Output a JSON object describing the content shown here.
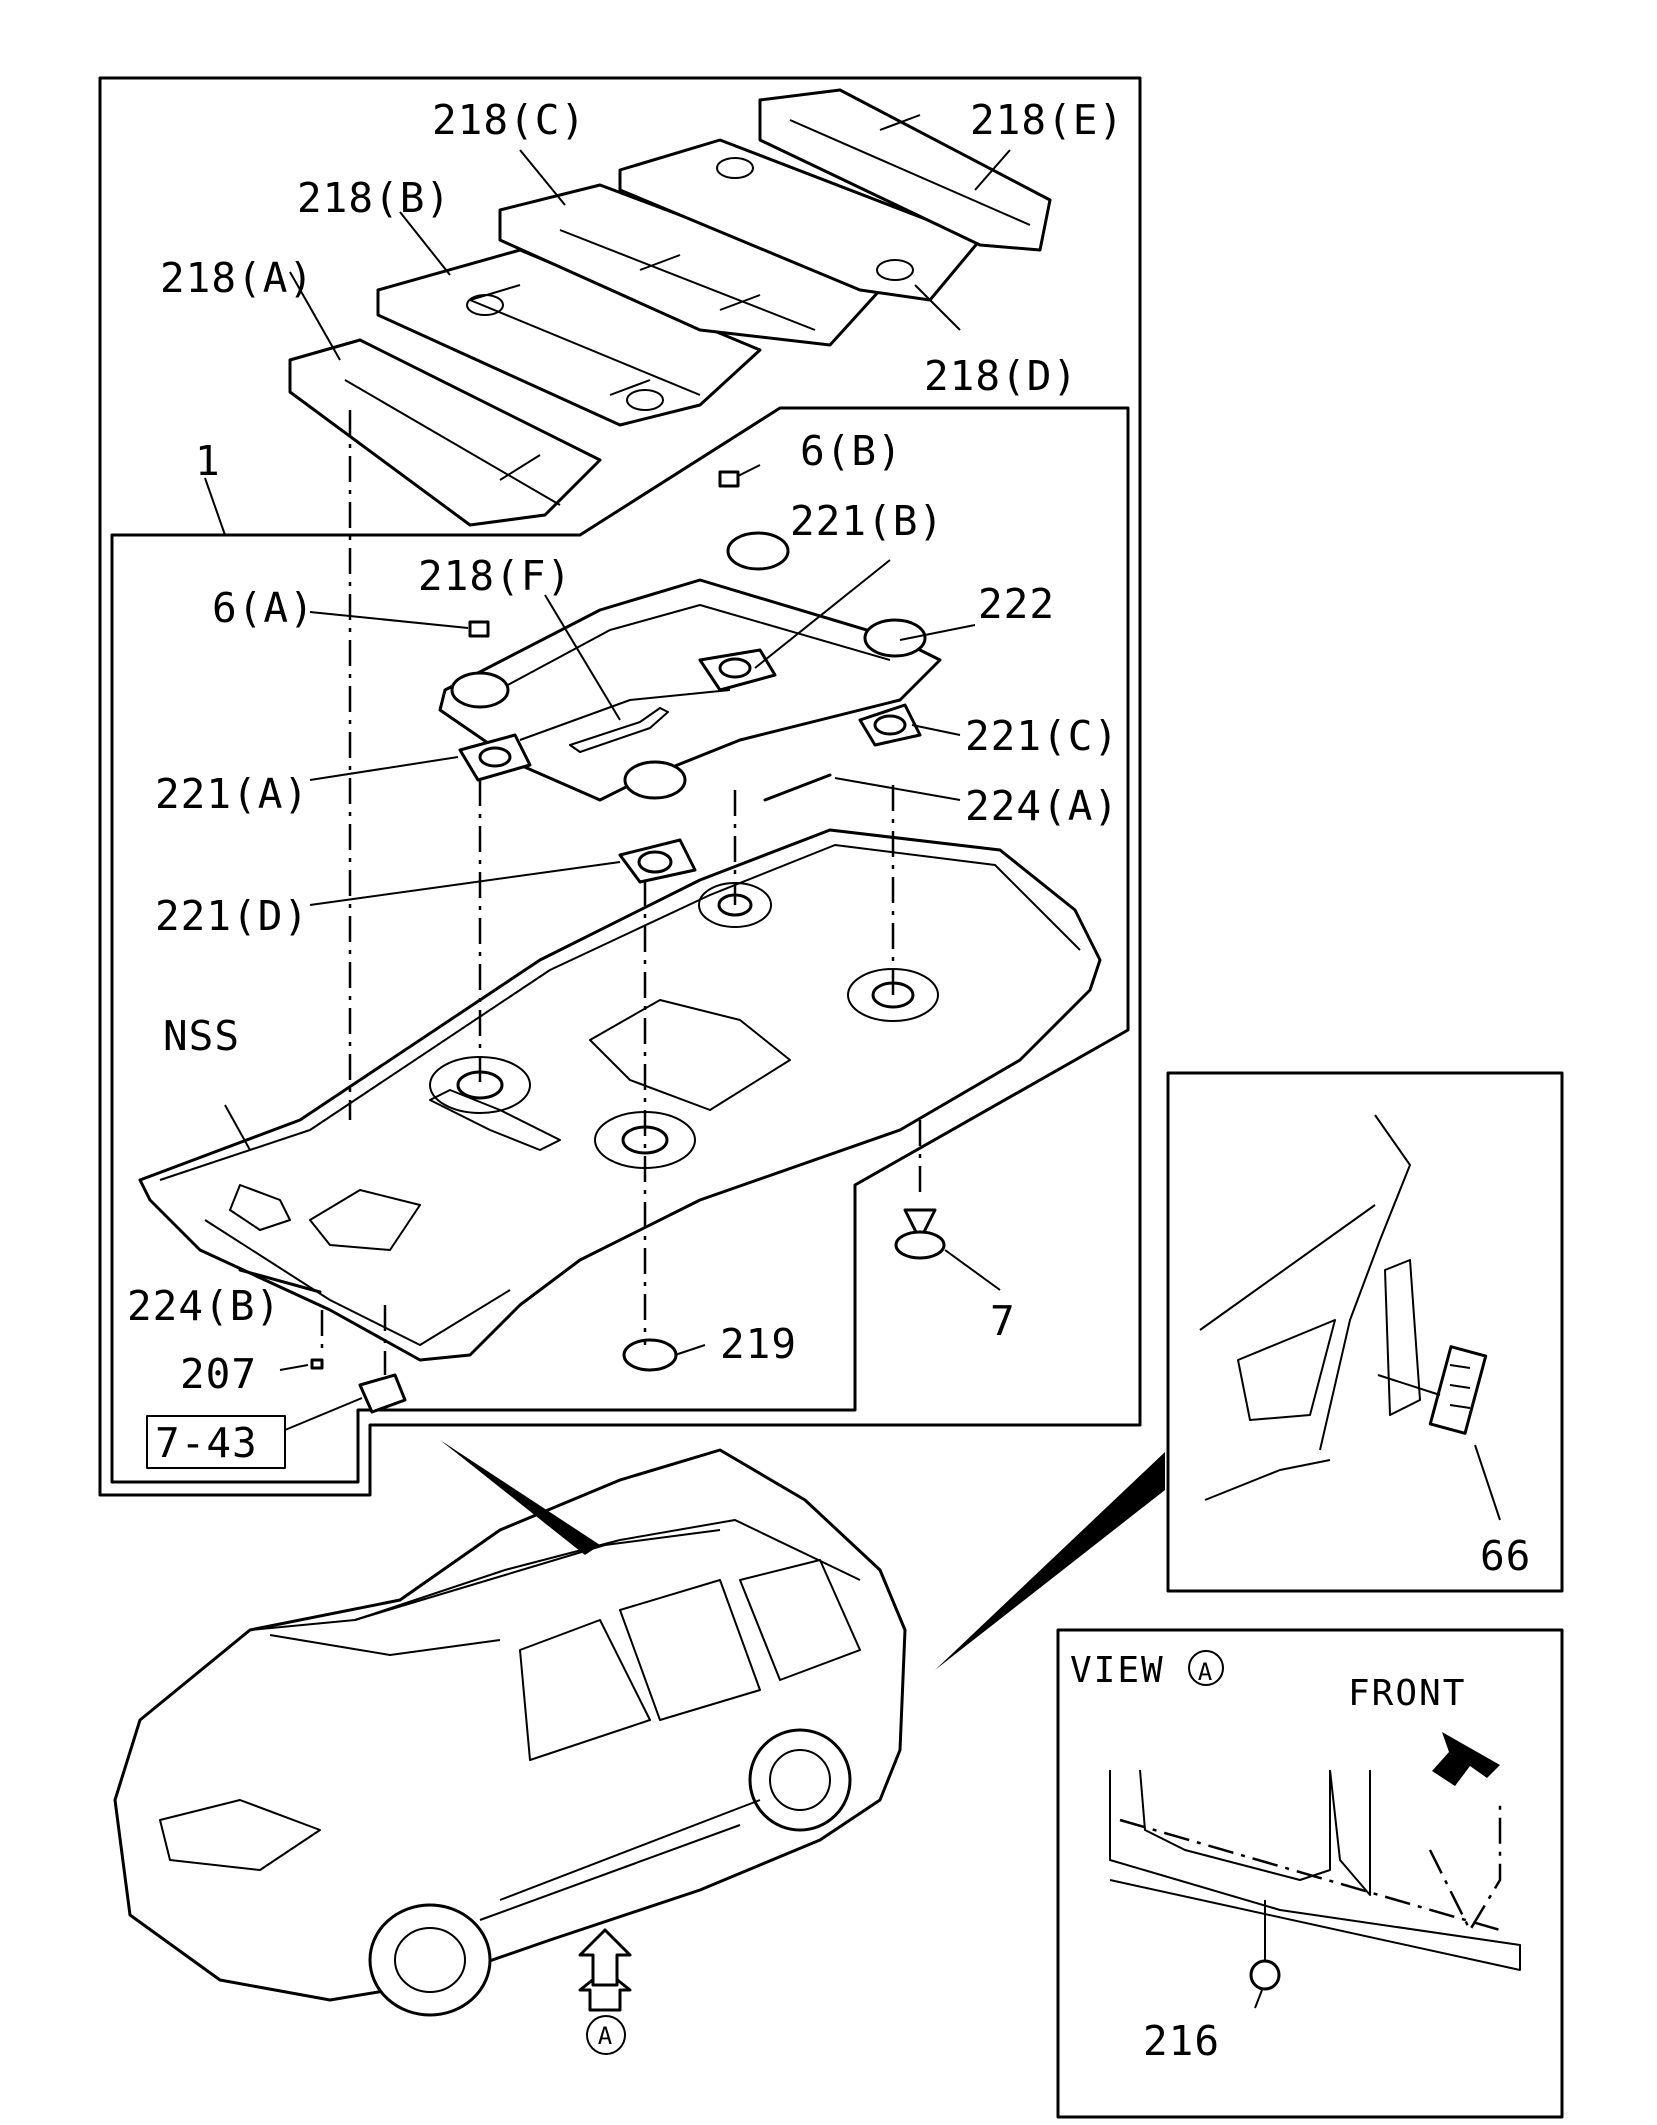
{
  "callouts": {
    "c218A": "218(A)",
    "c218B": "218(B)",
    "c218C": "218(C)",
    "c218D": "218(D)",
    "c218E": "218(E)",
    "c218F": "218(F)",
    "c1": "1",
    "c6A": "6(A)",
    "c6B": "6(B)",
    "c221A": "221(A)",
    "c221B": "221(B)",
    "c221C": "221(C)",
    "c221D": "221(D)",
    "c222": "222",
    "c224A": "224(A)",
    "c224B": "224(B)",
    "cNSS": "NSS",
    "c207": "207",
    "c219": "219",
    "c7": "7",
    "c743": "7-43",
    "c66": "66",
    "c216": "216"
  },
  "view_a": {
    "title_prefix": "VIEW",
    "marker": "A",
    "direction_label": "FRONT"
  },
  "vehicle_view_marker": "A"
}
